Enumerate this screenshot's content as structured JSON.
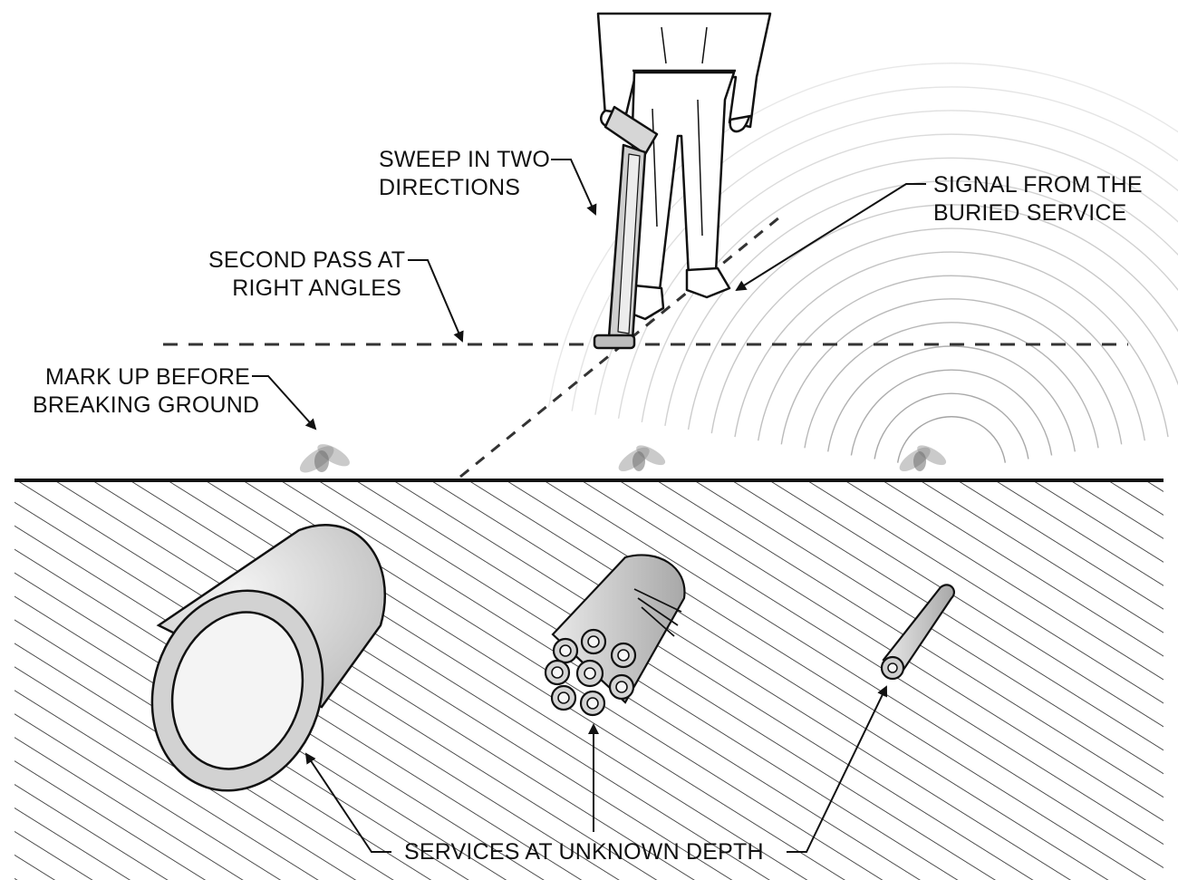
{
  "labels": {
    "sweep": [
      "SWEEP IN TWO",
      "DIRECTIONS"
    ],
    "signal": [
      "SIGNAL FROM THE",
      "BURIED SERVICE"
    ],
    "second_pass": [
      "SECOND PASS AT",
      "RIGHT ANGLES"
    ],
    "mark_up": [
      "MARK UP BEFORE",
      "BREAKING GROUND"
    ],
    "services": "SERVICES AT UNKNOWN DEPTH"
  },
  "colors": {
    "ink": "#111111",
    "ground_fill": "#ffffff",
    "pipe_fill": "#dcdcdc",
    "pipe_inner": "#f4f4f4",
    "paint_mark": "#7a7a7a",
    "signal_wave": "#9a9a9a"
  },
  "icons": [
    "person-figure",
    "cable-locator",
    "paint-mark",
    "large-pipe",
    "duct-bundle",
    "small-cable",
    "signal-waves"
  ]
}
